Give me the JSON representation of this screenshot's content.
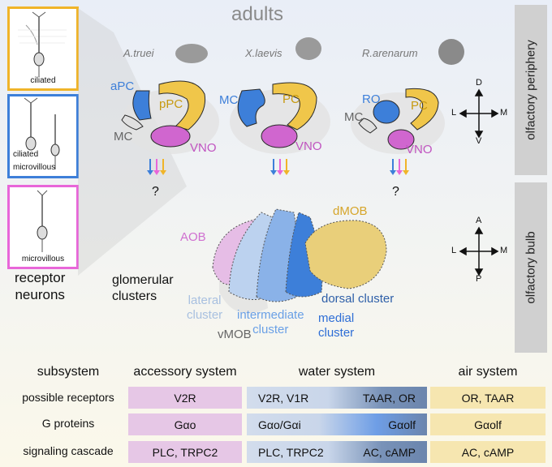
{
  "title": "adults",
  "species": [
    "A.truei",
    "X.laevis",
    "R.arenarum"
  ],
  "left_panel": {
    "neuron_types": [
      "ciliated",
      "ciliated",
      "microvillous",
      "microvillous"
    ],
    "caption_line1": "receptor",
    "caption_line2": "neurons"
  },
  "periphery_labels": {
    "frog1": {
      "aPC": "aPC",
      "pPC": "pPC",
      "MC": "MC",
      "VNO": "VNO"
    },
    "frog2": {
      "MC": "MC",
      "PC": "PC",
      "VNO": "VNO"
    },
    "frog3": {
      "RO": "RO",
      "PC": "PC",
      "MC": "MC",
      "VNO": "VNO"
    },
    "question": "?"
  },
  "compass1": {
    "top": "D",
    "bottom": "V",
    "left": "L",
    "right": "M"
  },
  "compass2": {
    "top": "A",
    "bottom": "P",
    "left": "L",
    "right": "M"
  },
  "side_labels": {
    "periphery": "olfactory periphery",
    "bulb": "olfactory bulb"
  },
  "bulb": {
    "glomerular_line1": "glomerular",
    "glomerular_line2": "clusters",
    "AOB": "AOB",
    "dMOB": "dMOB",
    "vMOB": "vMOB",
    "lateral1": "lateral",
    "lateral2": "cluster",
    "intermediate1": "intermediate",
    "intermediate2": "cluster",
    "dorsal": "dorsal cluster",
    "medial1": "medial",
    "medial2": "cluster"
  },
  "table": {
    "header": {
      "subsystem": "subsystem",
      "accessory": "accessory system",
      "water": "water system",
      "air": "air system"
    },
    "rows": [
      {
        "label": "possible receptors",
        "accessory": "V2R",
        "water_left": "V2R, V1R",
        "water_right": "TAAR, OR",
        "air": "OR, TAAR"
      },
      {
        "label": "G proteins",
        "accessory": "Gαo",
        "water_left": "Gαo/Gαi",
        "water_right": "Gαolf",
        "air": "Gαolf"
      },
      {
        "label": "signaling cascade",
        "accessory": "PLC, TRPC2",
        "water_left": "PLC, TRPC2",
        "water_right": "AC, cAMP",
        "air": "AC, cAMP"
      }
    ]
  },
  "colors": {
    "ciliated": "#f0b429",
    "mixed": "#3d7fd9",
    "microvillous": "#e866d9",
    "accessory_cell": "#e6c7e6",
    "air_cell": "#f6e6b0",
    "water_left": "#ced9ea",
    "water_right": "#6b85ad"
  }
}
